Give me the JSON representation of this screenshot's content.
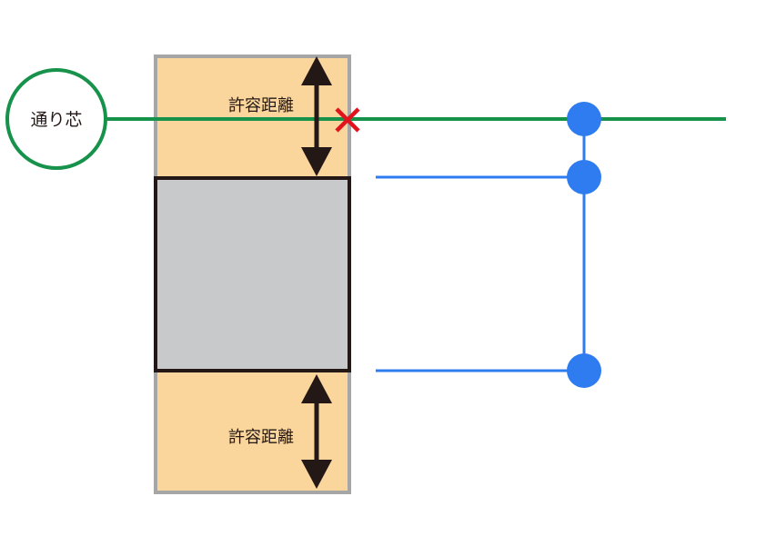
{
  "labels": {
    "grid_axis": "通り芯",
    "tolerance_top": "許容距離",
    "tolerance_bottom": "許容距離"
  },
  "colors": {
    "grid_line": "#16924a",
    "connector_line": "#2f7cf0",
    "node": "#2f7cf0",
    "tolerance_band_fill": "#fad59c",
    "tolerance_band_stroke": "#a6a6a6",
    "member_fill": "#c8c9ca",
    "member_stroke": "#231815",
    "arrow": "#231815",
    "cross_mark": "#e1141e",
    "label_text": "#231815"
  },
  "icons": {
    "grid_axis_marker": "circle-outline",
    "error_mark": "x-cross-icon",
    "dimension_arrow": "double-headed-arrow"
  }
}
